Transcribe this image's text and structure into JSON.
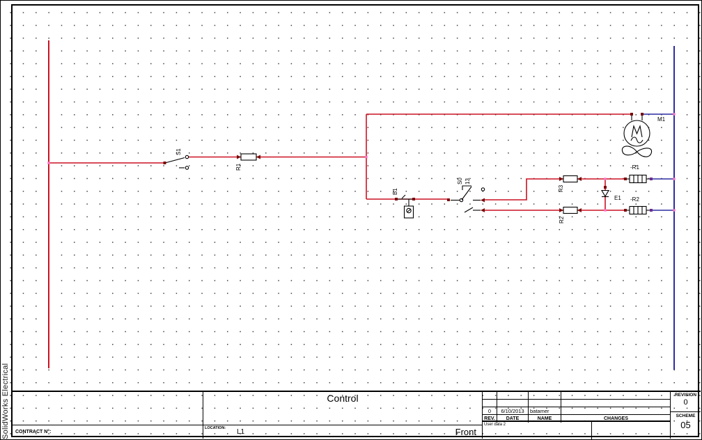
{
  "brand": {
    "name": "SolidWorks Electrical"
  },
  "colors": {
    "wire_red": "#cc1122",
    "wire_blue": "#2b2ba0",
    "connection_square": "#7a0c0c",
    "junction_dot": "#ff70c8",
    "terminal_square": "#6a2c91"
  },
  "components": {
    "s1": {
      "label": "S1"
    },
    "r1": {
      "label": "R1"
    },
    "b1": {
      "label": "B1"
    },
    "s0": {
      "label": "S0",
      "contact": "13"
    },
    "r3": {
      "label": "R3"
    },
    "r2": {
      "label": "R2"
    },
    "e1": {
      "label": "E1"
    },
    "m1": {
      "label": "M1"
    },
    "relay1": {
      "label": "-R1"
    },
    "relay2": {
      "label": "-R2"
    }
  },
  "title_block": {
    "title": "Control",
    "contract_label": "CONTRACT N°:",
    "location_label": "LOCATION:",
    "location_value": "L1",
    "front_label": "Front",
    "user_data_label": "User data 2",
    "revision_label": "REVISION",
    "revision_value": "0",
    "scheme_label": "SCHEME",
    "scheme_value": "05",
    "revision_table": {
      "headers": [
        "REV.",
        "DATE",
        "NAME",
        "CHANGES"
      ],
      "rows": [
        {
          "rev": "0",
          "date": "6/10/2013",
          "name": "batamer",
          "changes": ""
        }
      ]
    }
  }
}
